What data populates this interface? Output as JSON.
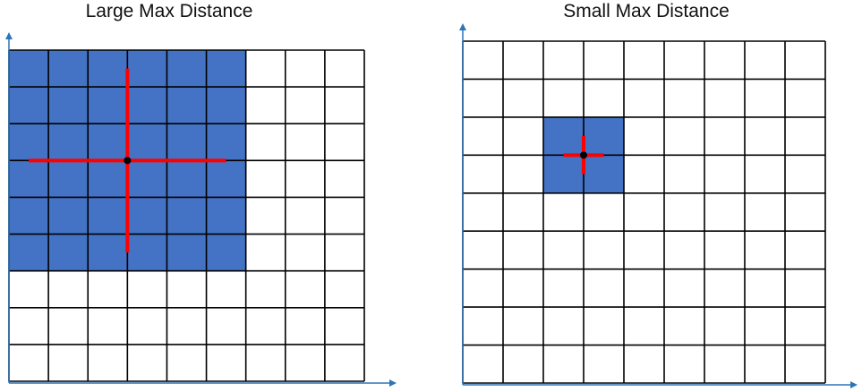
{
  "panels": [
    {
      "title": "Large Max Distance",
      "rows": 9,
      "cols": 9,
      "shaded": {
        "rows": 6,
        "cols": 6,
        "row_start": 0,
        "col_start": 0
      },
      "crosshair_arm_cells": 2.5
    },
    {
      "title": "Small Max Distance",
      "rows": 9,
      "cols": 9,
      "shaded": {
        "rows": 2,
        "cols": 2,
        "row_start": 2,
        "col_start": 2
      },
      "crosshair_arm_cells": 0.5
    }
  ],
  "colors": {
    "fill": "#4472C4",
    "grid": "#000000",
    "crosshair": "#FF0000",
    "axis": "#2E75B6",
    "center_dot": "#000000"
  }
}
